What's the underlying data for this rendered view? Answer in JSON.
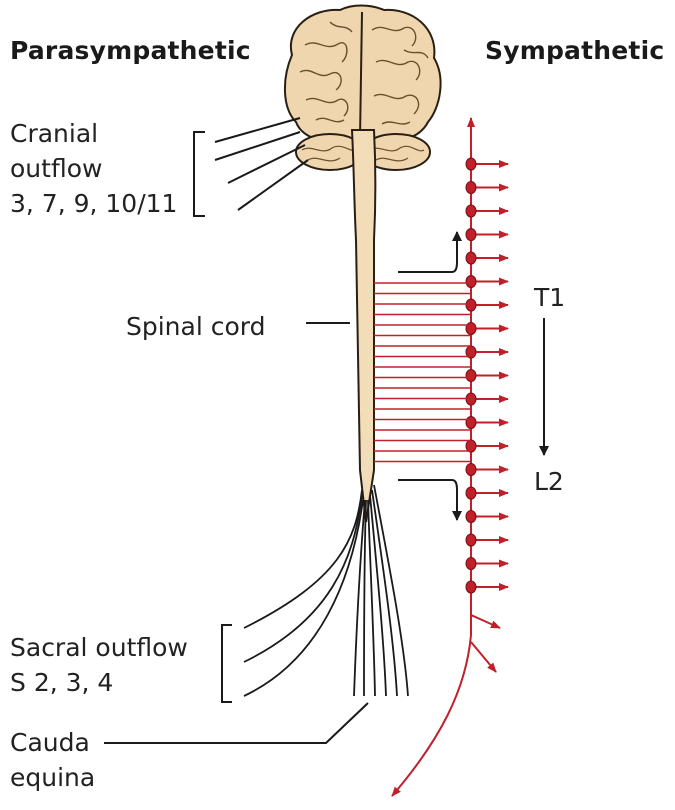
{
  "headers": {
    "left": "Parasympathetic",
    "right": "Sympathetic"
  },
  "labels": {
    "cranial_outflow": [
      "Cranial",
      "outflow",
      "3, 7, 9, 10/11"
    ],
    "spinal_cord": "Spinal cord",
    "sacral_outflow": [
      "Sacral outflow",
      "S 2, 3, 4"
    ],
    "cauda_equina": [
      "Cauda",
      "equina"
    ],
    "t1": "T1",
    "l2": "L2"
  },
  "colors": {
    "sympathetic_red": "#c0202a",
    "cord_fill": "#f3dcb8",
    "brain_fill": "#efd6ae",
    "line": "#1a1a1a"
  }
}
